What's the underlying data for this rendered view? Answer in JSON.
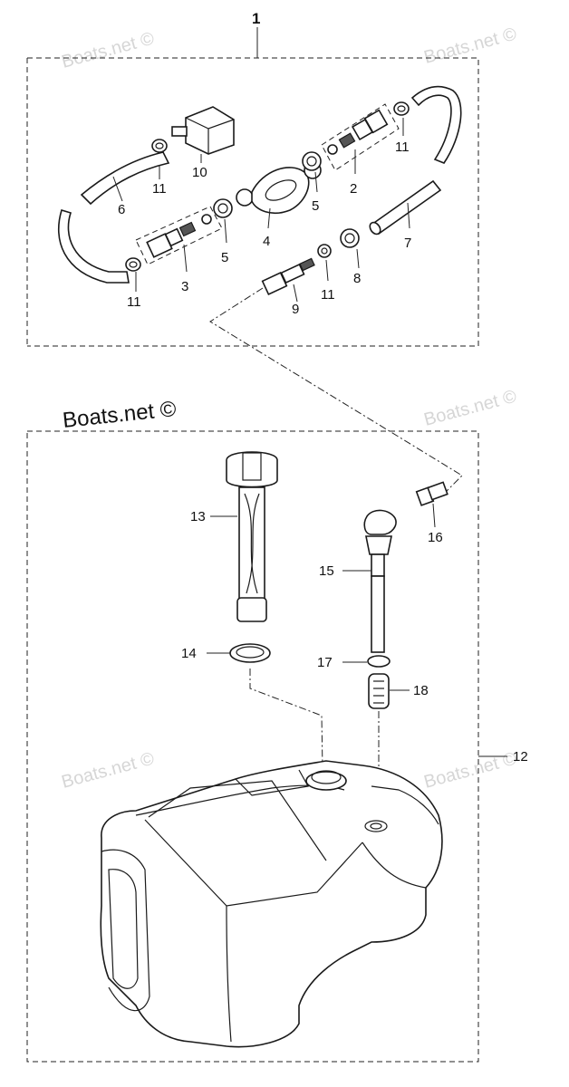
{
  "watermark": "Boats.net ©",
  "brand_label": "Boats.net ©",
  "callouts": {
    "c1": "1",
    "c2": "2",
    "c3": "3",
    "c4": "4",
    "c5a": "5",
    "c5b": "5",
    "c6": "6",
    "c7": "7",
    "c8": "8",
    "c9": "9",
    "c10": "10",
    "c11a": "11",
    "c11b": "11",
    "c11c": "11",
    "c11d": "11",
    "c12": "12",
    "c13": "13",
    "c14": "14",
    "c15": "15",
    "c16": "16",
    "c17": "17",
    "c18": "18"
  }
}
